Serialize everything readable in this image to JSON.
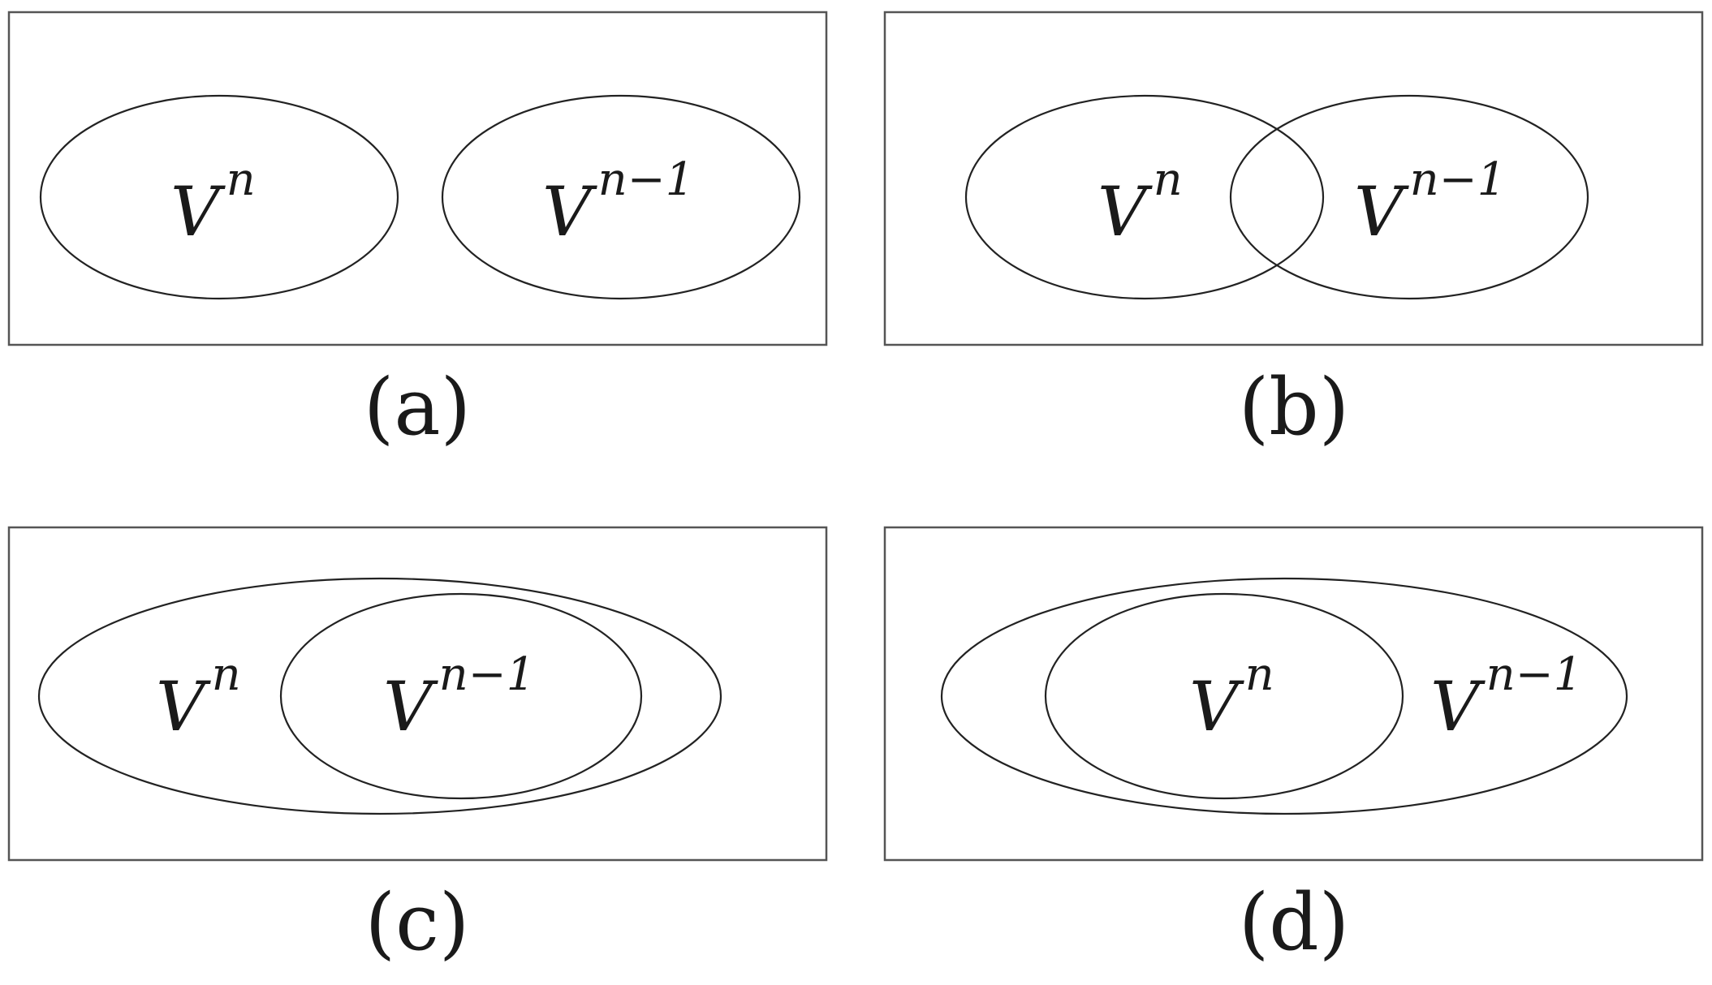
{
  "labels": {
    "v": "V",
    "n": "n",
    "n_minus_1": "n−1"
  },
  "captions": {
    "a": "(a)",
    "b": "(b)",
    "c": "(c)",
    "d": "(d)"
  },
  "colors": {
    "frame": "#555555",
    "set_outline": "#222222",
    "text": "#1a1a1a",
    "background": "#ffffff"
  }
}
